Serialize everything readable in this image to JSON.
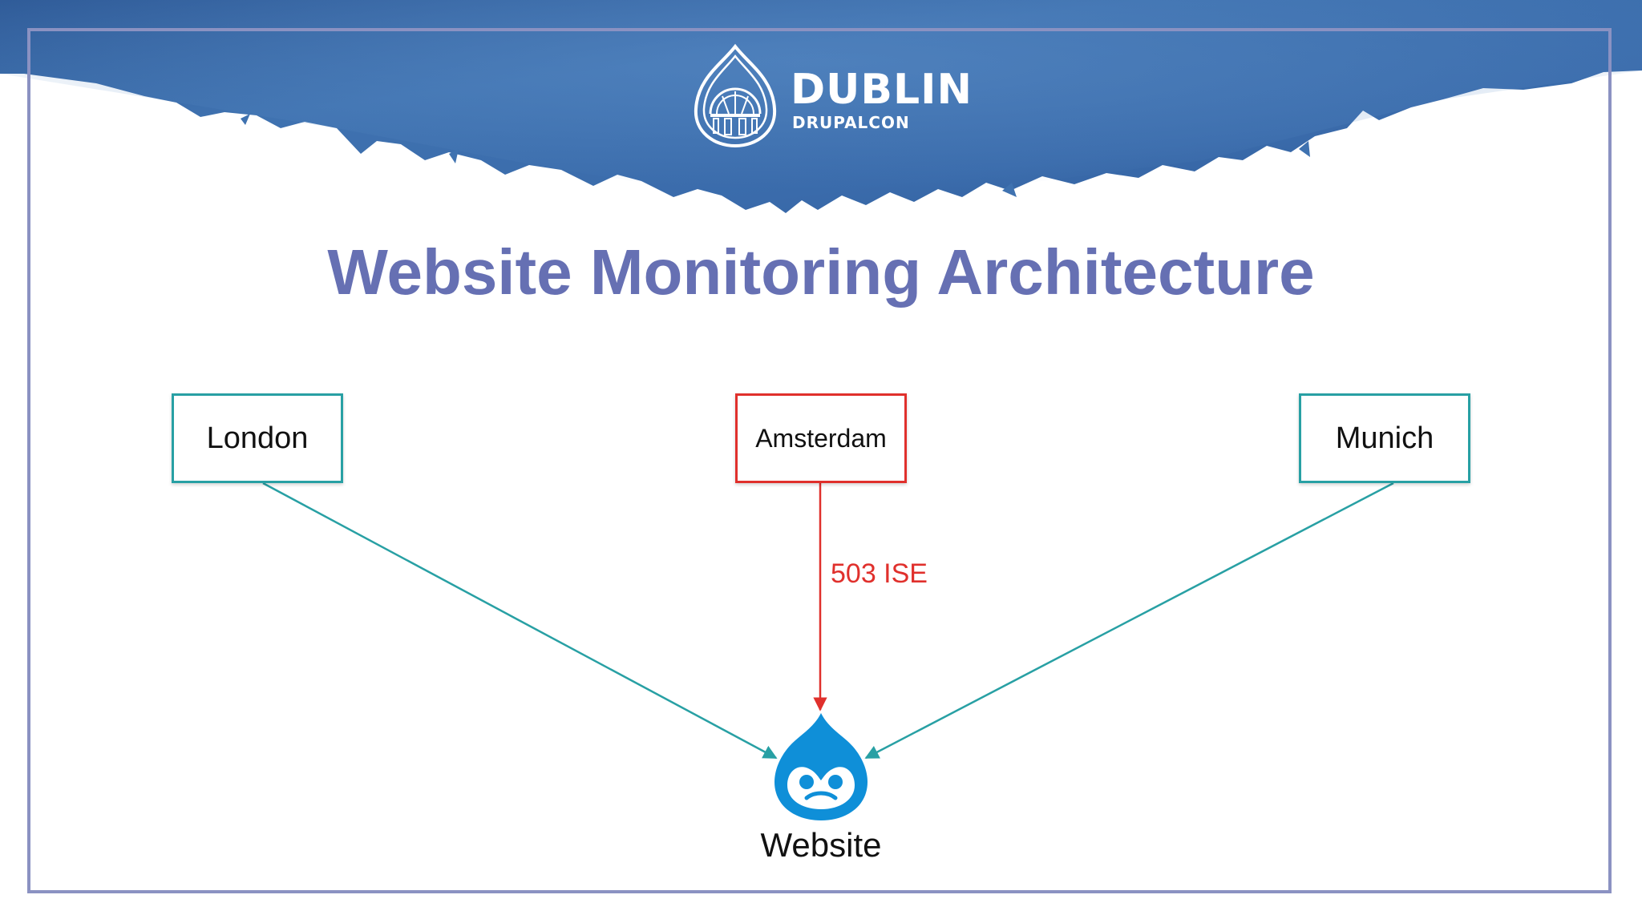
{
  "branding": {
    "logo_title": "DUBLIN",
    "logo_subtitle": "DRUPALCON",
    "banner_color": "#3f72b0",
    "banner_color_dark": "#2f5b98"
  },
  "slide": {
    "title": "Website Monitoring Architecture",
    "title_color": "#6670b3",
    "frame_color": "#8b92c2"
  },
  "diagram": {
    "nodes": [
      {
        "id": "london",
        "label": "London",
        "border_color": "#28a0a4"
      },
      {
        "id": "amsterdam",
        "label": "Amsterdam",
        "border_color": "#e0302c"
      },
      {
        "id": "munich",
        "label": "Munich",
        "border_color": "#28a0a4"
      }
    ],
    "target": {
      "label": "Website",
      "icon": "drupal-drop-icon",
      "icon_color": "#0f8fd8"
    },
    "edges": [
      {
        "from": "london",
        "to": "website",
        "color": "#28a0a4"
      },
      {
        "from": "amsterdam",
        "to": "website",
        "color": "#e0302c",
        "label": "503 ISE"
      },
      {
        "from": "munich",
        "to": "website",
        "color": "#28a0a4"
      }
    ]
  }
}
